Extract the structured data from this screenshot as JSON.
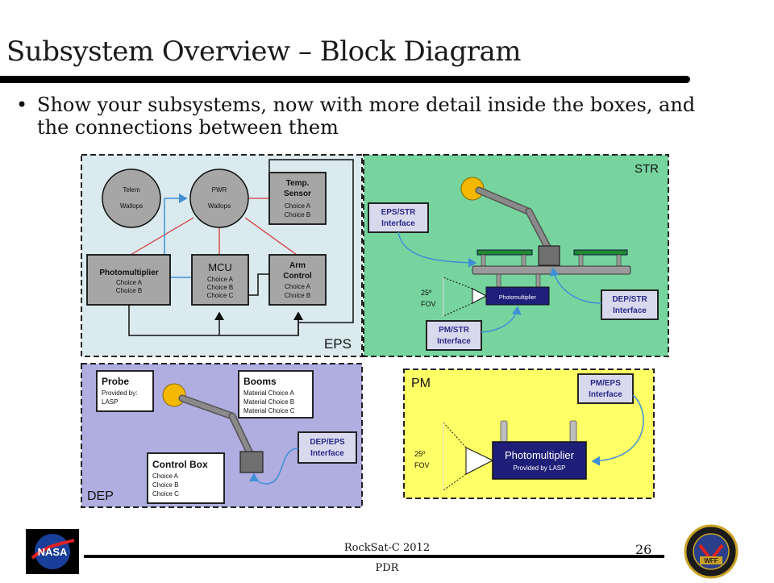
{
  "slide": {
    "title": "Subsystem Overview – Block Diagram",
    "bullet": "Show your subsystems, now with more detail inside the boxes, and the connections between them",
    "footer_center": "RockSat-C 2012",
    "footer_pdr": "PDR",
    "page_number": "26"
  },
  "logos": {
    "left_logo_text": "NASA",
    "right_logo_text": "WFF"
  },
  "eps": {
    "label": "EPS",
    "telem": {
      "title": "Telem",
      "sub": "Wallops"
    },
    "pwr": {
      "title": "PWR",
      "sub": "Wallops"
    },
    "temp_sensor": {
      "title_1": "Temp.",
      "title_2": "Sensor",
      "choice_1": "Choice A",
      "choice_2": "Choice B"
    },
    "photomultiplier": {
      "title": "Photomultiplier",
      "choice_1": "Choice A",
      "choice_2": "Choice B"
    },
    "mcu": {
      "title": "MCU",
      "choice_1": "Choice A",
      "choice_2": "Choice B",
      "choice_3": "Choice C"
    },
    "arm_control": {
      "title_1": "Arm",
      "title_2": "Control",
      "choice_1": "Choice A",
      "choice_2": "Choice B"
    }
  },
  "str": {
    "label": "STR",
    "eps_str": {
      "line_1": "EPS/STR",
      "line_2": "Interface"
    },
    "dep_str": {
      "line_1": "DEP/STR",
      "line_2": "Interface"
    },
    "pm_str": {
      "line_1": "PM/STR",
      "line_2": "Interface"
    },
    "photomultiplier_small": "Photomultiplier",
    "fov_angle": "25º",
    "fov_label": "FOV"
  },
  "dep": {
    "label": "DEP",
    "probe": {
      "title": "Probe",
      "line_1": "Provided by:",
      "line_2": "LASP"
    },
    "booms": {
      "title": "Booms",
      "line_1": "Material Choice A",
      "line_2": "Material Choice B",
      "line_3": "Material Choice C"
    },
    "control_box": {
      "title": "Control Box",
      "choice_1": "Choice A",
      "choice_2": "Choice B",
      "choice_3": "Choice C"
    },
    "dep_eps": {
      "line_1": "DEP/EPS",
      "line_2": "Interface"
    }
  },
  "pm": {
    "label": "PM",
    "pm_eps": {
      "line_1": "PM/EPS",
      "line_2": "Interface"
    },
    "photomultiplier": {
      "title": "Photomultiplier",
      "sub": "Provided by LASP"
    },
    "fov_angle": "25º",
    "fov_label": "FOV"
  },
  "colors": {
    "eps_bg": "#dbeaee",
    "str_bg": "#77d49e",
    "dep_bg": "#b0aee0",
    "pm_bg": "#ffff66",
    "block_gray": "#a6a6a6",
    "interface_bg": "#d9d9ee",
    "interface_text": "#2a2a8a",
    "pm_box": "#1f1f7a",
    "arrow_blue": "#3f8fd6",
    "link_red": "#d23a3a"
  }
}
